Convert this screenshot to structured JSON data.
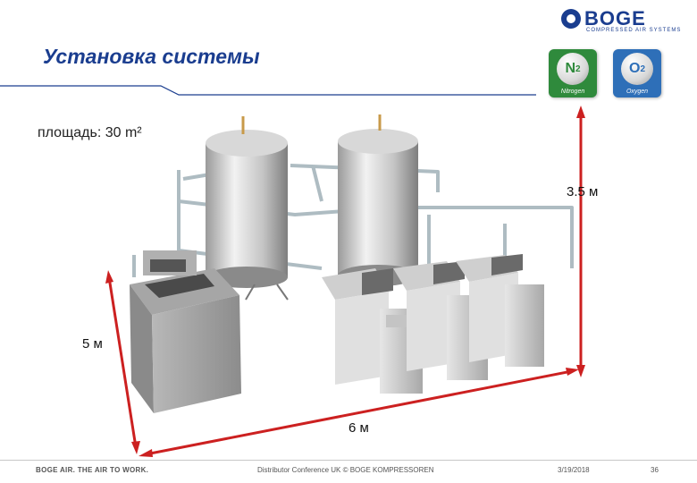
{
  "slide": {
    "title": "Установка системы",
    "area": "площадь: 30 m²",
    "dims": {
      "height": "3.5 м",
      "depth": "5 м",
      "width": "6 м"
    }
  },
  "logo": {
    "brand": "BOGE",
    "tagline": "COMPRESSED AIR SYSTEMS",
    "color": "#1a3d8f"
  },
  "gas_tiles": [
    {
      "symbol": "N",
      "subscript": "2",
      "name": "Nitrogen",
      "color": "#2f8a3c"
    },
    {
      "symbol": "O",
      "subscript": "2",
      "name": "Oxygen",
      "color": "#2e6fb8"
    }
  ],
  "footer": {
    "slogan": "BOGE AIR. THE AIR TO WORK.",
    "center": "Distributor Conference UK © BOGE KOMPRESSOREN",
    "date": "3/19/2018",
    "page": "36"
  }
}
